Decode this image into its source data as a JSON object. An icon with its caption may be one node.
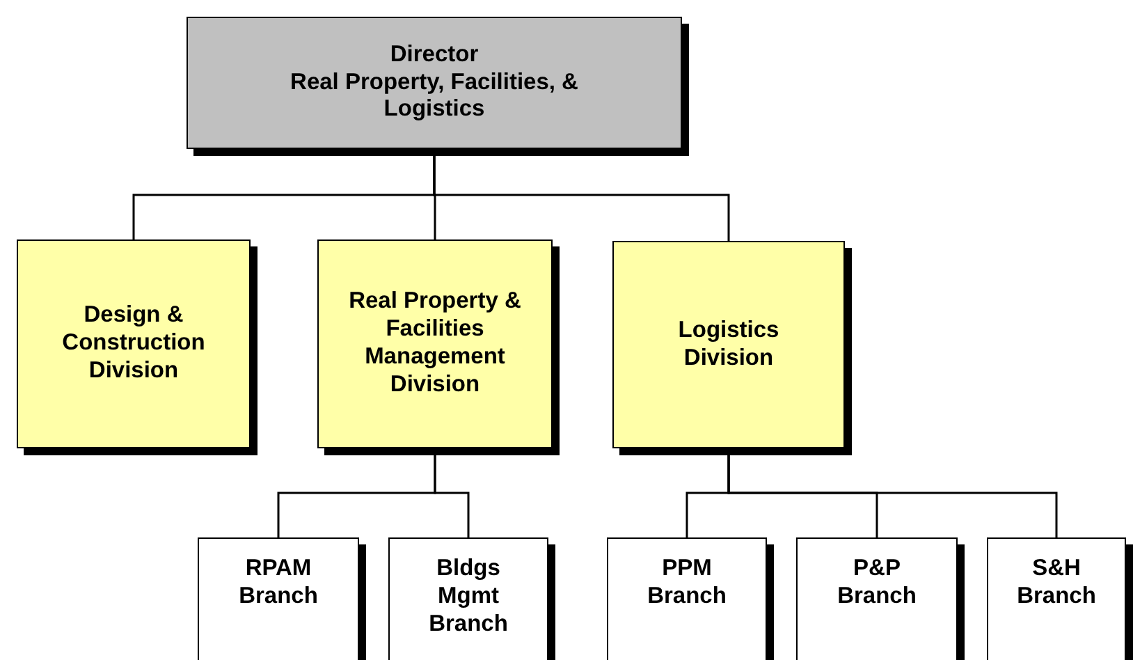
{
  "diagram": {
    "nodes": [
      {
        "text": [
          "Director",
          "Real Property, Facilities, & Logistics"
        ]
      },
      {
        "text": [
          "Design & Construction Division"
        ]
      },
      {
        "text": [
          "Real Property & Facilities Management Division"
        ]
      },
      {
        "text": [
          "Logistics Division"
        ]
      },
      {
        "text": [
          "RPAM Branch"
        ]
      },
      {
        "text": [
          "Bldgs Mgmt Branch"
        ]
      },
      {
        "text": [
          "PPM Branch"
        ]
      },
      {
        "text": [
          "P&P Branch"
        ]
      },
      {
        "text": [
          "S&H Branch"
        ]
      }
    ],
    "edges": [
      {
        "from": 0,
        "to": 1,
        "arrow": "none"
      },
      {
        "from": 0,
        "to": 2,
        "arrow": "none"
      },
      {
        "from": 0,
        "to": 3,
        "arrow": "none"
      },
      {
        "from": 2,
        "to": 4,
        "arrow": "none"
      },
      {
        "from": 2,
        "to": 5,
        "arrow": "none"
      },
      {
        "from": 3,
        "to": 6,
        "arrow": "none"
      },
      {
        "from": 3,
        "to": 7,
        "arrow": "none"
      },
      {
        "from": 3,
        "to": 8,
        "arrow": "none"
      }
    ]
  }
}
